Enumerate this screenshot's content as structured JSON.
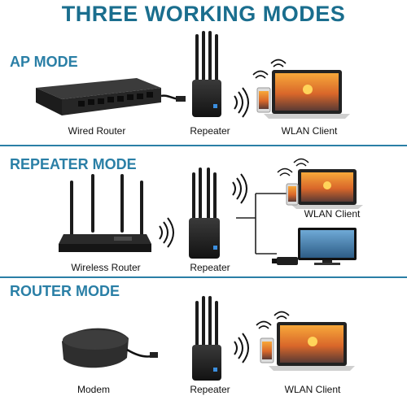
{
  "title": "THREE WORKING MODES",
  "modes": [
    {
      "name": "AP MODE",
      "labels": [
        "Wired Router",
        "Repeater",
        "WLAN Client"
      ]
    },
    {
      "name": "REPEATER MODE",
      "labels": [
        "Wireless Router",
        "Repeater",
        "WLAN Client"
      ]
    },
    {
      "name": "ROUTER MODE",
      "labels": [
        "Modem",
        "Repeater",
        "WLAN Client"
      ]
    }
  ],
  "colors": {
    "accent": "#2a7fa6",
    "title": "#1a6e8e",
    "device": "#1b1b1b",
    "led": "#3b8fe0"
  }
}
